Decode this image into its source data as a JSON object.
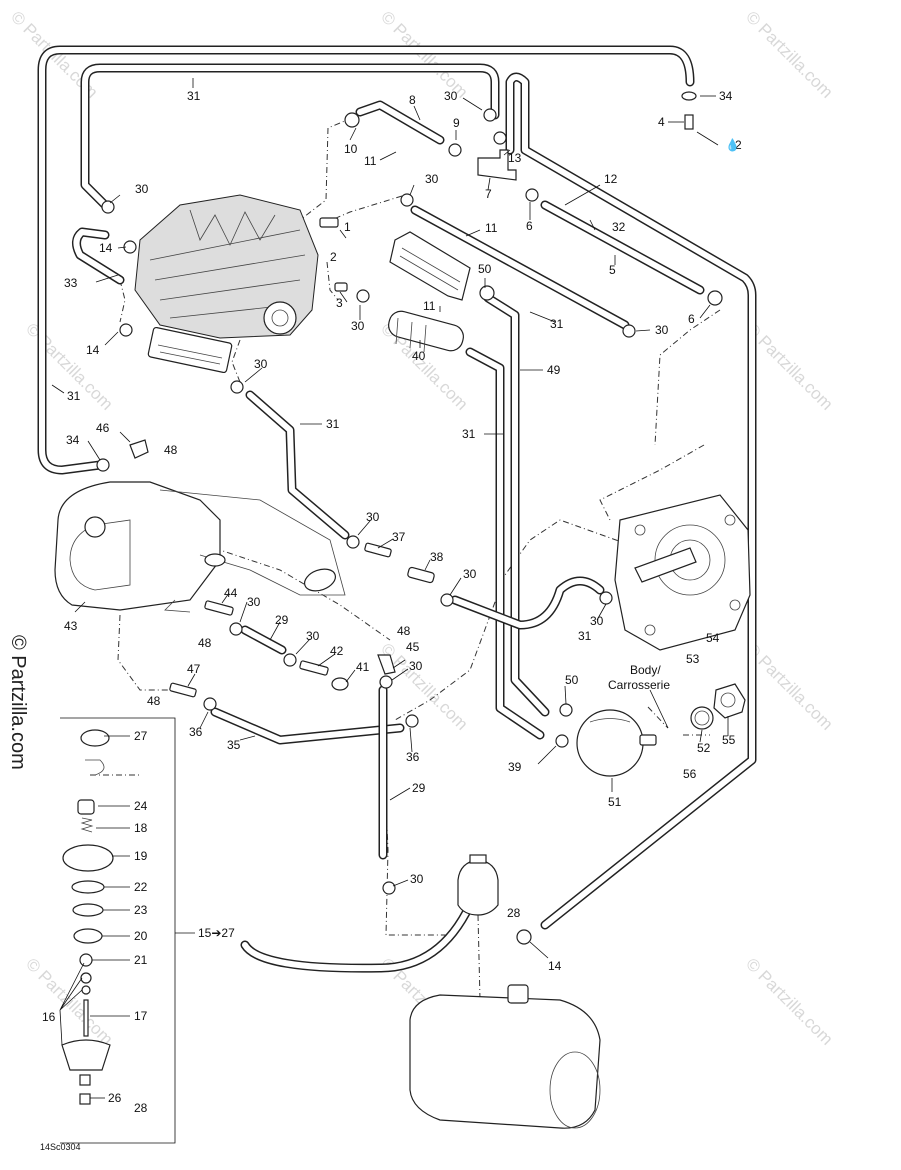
{
  "watermark": {
    "text": "© Partzilla.com",
    "vertical_text": "© Partzilla.com"
  },
  "reference_code": "14Sc0304",
  "body_label": [
    "Body/",
    "Carrosserie"
  ],
  "bracket_label": "15➔27",
  "callouts": {
    "c31a": "31",
    "c34a": "34",
    "c4": "4",
    "c2a": "2",
    "c30a": "30",
    "c8": "8",
    "c9": "9",
    "c10": "10",
    "c11a": "11",
    "c13": "13",
    "c7": "7",
    "c12": "12",
    "c30b": "30",
    "c30c": "30",
    "c11b": "11",
    "c6a": "6",
    "c32": "32",
    "c5": "5",
    "c14a": "14",
    "c1": "1",
    "c2b": "2",
    "c33": "33",
    "c50a": "50",
    "c3": "3",
    "c30d": "30",
    "c11c": "11",
    "c31b": "31",
    "c30e": "30",
    "c6b": "6",
    "c14b": "14",
    "c40": "40",
    "c49": "49",
    "c30f": "30",
    "c31c": "31",
    "c31d": "31",
    "c31e": "31",
    "c34b": "34",
    "c46": "46",
    "c48a": "48",
    "c30g": "30",
    "c37": "37",
    "c38": "38",
    "c30h": "30",
    "c44": "44",
    "c30i": "30",
    "c43": "43",
    "c48b": "48",
    "c29a": "29",
    "c30j": "30",
    "c48c": "48",
    "c45": "45",
    "c42": "42",
    "c41": "41",
    "c30k": "30",
    "c47": "47",
    "c48d": "48",
    "c36a": "36",
    "c35": "35",
    "c36b": "36",
    "c30l": "30",
    "c31f": "31",
    "c54": "54",
    "c53": "53",
    "c50b": "50",
    "c52": "52",
    "c55": "55",
    "c39": "39",
    "c56": "56",
    "c51": "51",
    "c27": "27",
    "c24": "24",
    "c18": "18",
    "c19": "19",
    "c22": "22",
    "c23": "23",
    "c20": "20",
    "c21": "21",
    "c16": "16",
    "c17": "17",
    "c26": "26",
    "c28a": "28",
    "c29b": "29",
    "c30m": "30",
    "c28b": "28",
    "c14c": "14"
  }
}
